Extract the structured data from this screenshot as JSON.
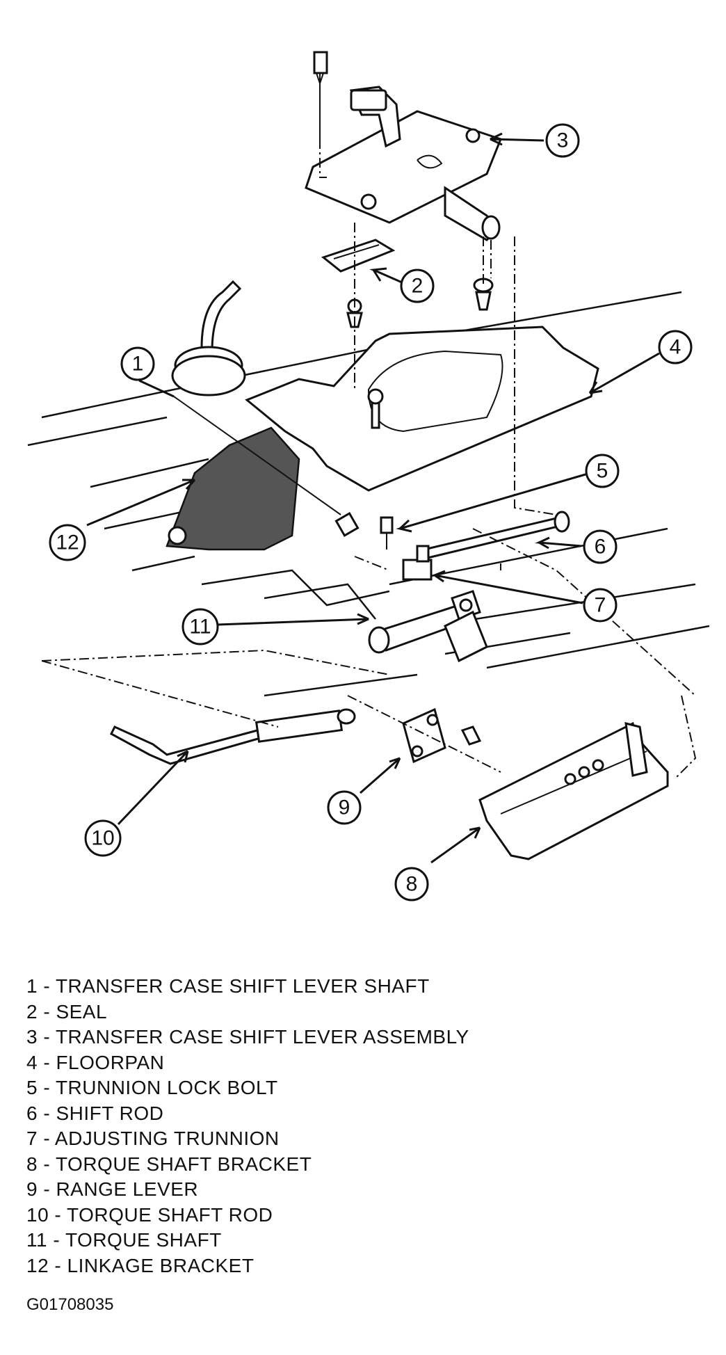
{
  "callouts": [
    "1",
    "2",
    "3",
    "4",
    "5",
    "6",
    "7",
    "8",
    "9",
    "10",
    "11",
    "12"
  ],
  "legend": [
    "1 - TRANSFER CASE SHIFT LEVER SHAFT",
    "2 - SEAL",
    "3 - TRANSFER CASE SHIFT LEVER ASSEMBLY",
    "4 - FLOORPAN",
    "5 - TRUNNION LOCK BOLT",
    "6 - SHIFT ROD",
    "7 - ADJUSTING TRUNNION",
    "8 - TORQUE SHAFT BRACKET",
    "9 - RANGE LEVER",
    "10 - TORQUE SHAFT ROD",
    "11 - TORQUE SHAFT",
    "12 - LINKAGE BRACKET"
  ],
  "figure_id": "G01708035"
}
